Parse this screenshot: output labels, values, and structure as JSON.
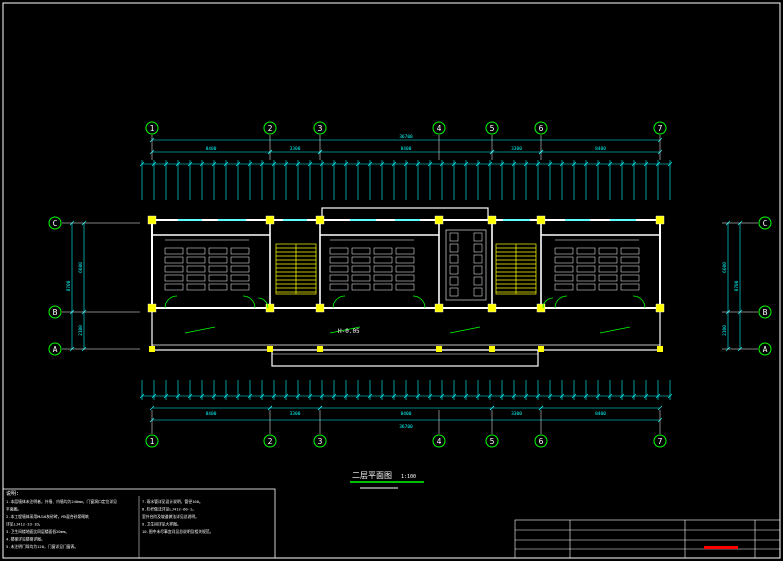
{
  "drawing": {
    "title": "二层平面图",
    "scale": "1:100",
    "ground_level": "H-0.05"
  },
  "axes": {
    "columns": [
      "1",
      "2",
      "3",
      "4",
      "5",
      "6",
      "7"
    ],
    "rows": [
      "C",
      "B",
      "A"
    ]
  },
  "dimensions": {
    "overall": "36700",
    "top_segments": [
      "8400",
      "3300",
      "8400",
      "3300",
      "8400"
    ],
    "bottom_segments": [
      "8400",
      "3300",
      "8400",
      "3300",
      "8400"
    ],
    "left_segments": [
      "6600",
      "2100"
    ],
    "left_total": "8700",
    "right_segments": [
      "6600",
      "2100"
    ],
    "right_total": "8700"
  },
  "notes": {
    "heading": "说明:",
    "left": [
      "1.本层墙体未注明者，外墙、内墙均为240mm，门窗洞口定位详见",
      "  平面图。",
      "2.本工程墙体采用MU10灰砂砖，M5混合砂浆砌筑",
      "  详见LJ412-33-1D。",
      "3.卫生间楼地面比同层楼面低20mm。",
      "4.楼梯详见楼梯详图。",
      "5.未注明门垛均为120，门窗详见门窗表。"
    ],
    "right": [
      "7.雨水管详见设计说明，管径100。",
      "8.栏杆做法详见LJ412-60-1。",
      "  室外台阶及坡道做法详见总说明。",
      "9.卫生间详见大样图。",
      "10.图中未尽事宜详见总说明及相关规范。"
    ]
  },
  "colors": {
    "background": "#000000",
    "wall": "#ffffff",
    "axis_bubble": "#00ff00",
    "dimension": "#00ffff",
    "column": "#ffff00",
    "furniture": "#ffffff",
    "stair": "#ffff00",
    "door": "#00ff00",
    "titleblock_mark": "#ff0000"
  }
}
